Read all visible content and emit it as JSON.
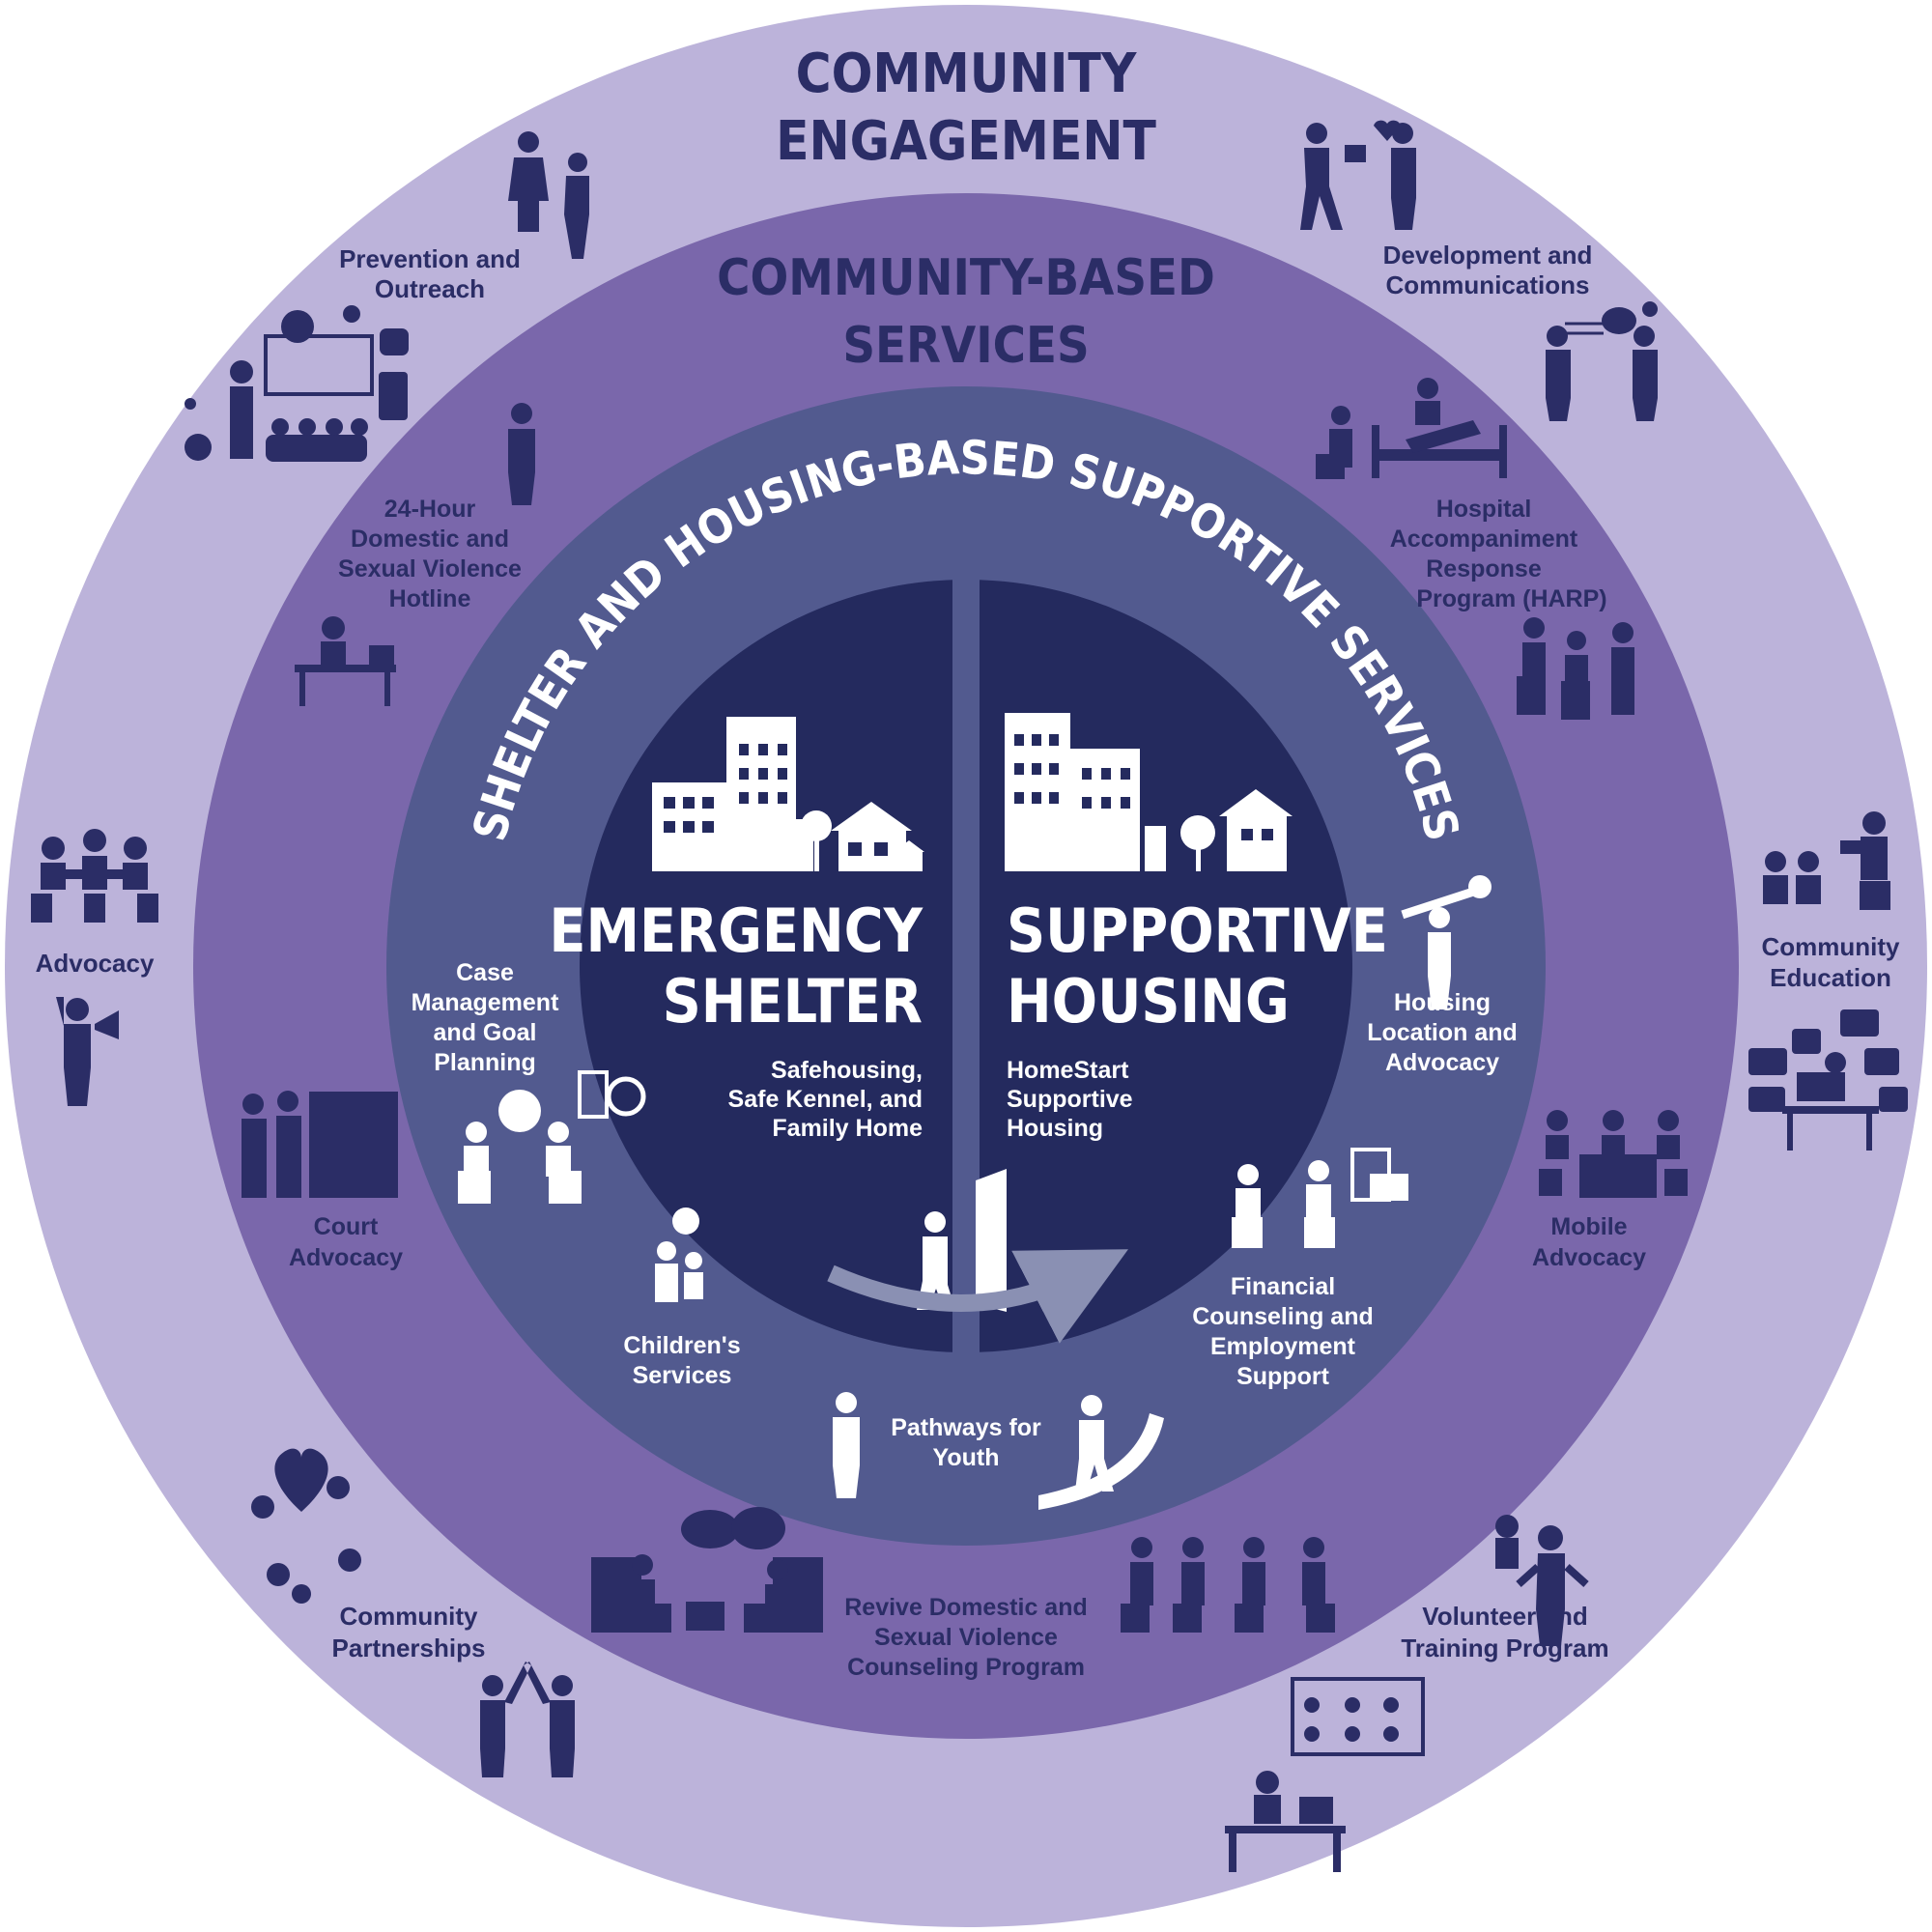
{
  "colors": {
    "outer_ring": "#bcb3da",
    "middle_ring": "#7a67ab",
    "inner_ring": "#525a8f",
    "core": "#242a5e",
    "ink": "#2b2d66",
    "white": "#ffffff"
  },
  "rings": {
    "outer_title": [
      "COMMUNITY",
      "ENGAGEMENT"
    ],
    "middle_title": [
      "COMMUNITY-BASED",
      "SERVICES"
    ],
    "inner_arc_title": "SHELTER AND HOUSING-BASED SUPPORTIVE SERVICES"
  },
  "core": {
    "left": {
      "title": [
        "EMERGENCY",
        "SHELTER"
      ],
      "subtitle": [
        "Safehousing,",
        "Safe Kennel, and",
        "Family Home"
      ]
    },
    "right": {
      "title": [
        "SUPPORTIVE",
        "HOUSING"
      ],
      "subtitle": [
        "HomeStart",
        "Supportive",
        "Housing"
      ]
    }
  },
  "outer_items": {
    "prevention": [
      "Prevention and",
      "Outreach"
    ],
    "development": [
      "Development and",
      "Communications"
    ],
    "advocacy": [
      "Advocacy"
    ],
    "education": [
      "Community",
      "Education"
    ],
    "partnerships": [
      "Community",
      "Partnerships"
    ],
    "volunteer": [
      "Volunteer and",
      "Training Program"
    ]
  },
  "middle_items": {
    "hotline": [
      "24-Hour",
      "Domestic and",
      "Sexual Violence",
      "Hotline"
    ],
    "harp": [
      "Hospital",
      "Accompaniment",
      "Response",
      "Program (HARP)"
    ],
    "court": [
      "Court",
      "Advocacy"
    ],
    "mobile": [
      "Mobile",
      "Advocacy"
    ],
    "revive": [
      "Revive Domestic and",
      "Sexual Violence",
      "Counseling Program"
    ]
  },
  "inner_items": {
    "case": [
      "Case",
      "Management",
      "and Goal",
      "Planning"
    ],
    "housing_location": [
      "Housing",
      "Location and",
      "Advocacy"
    ],
    "children": [
      "Children's",
      "Services"
    ],
    "financial": [
      "Financial",
      "Counseling and",
      "Employment",
      "Support"
    ],
    "pathways": [
      "Pathways for",
      "Youth"
    ]
  },
  "icons": {
    "prevention": "people-talking-icon",
    "social": "social-media-presentation-icon",
    "development": "gift-giving-icon",
    "communications": "conversation-icon",
    "hotline_person": "phone-caller-icon",
    "hotline_desk": "desk-phone-icon",
    "hospital": "hospital-bed-icon",
    "harp": "hospital-companion-icon",
    "advocacy_group": "group-meeting-icon",
    "advocacy_megaphone": "megaphone-icon",
    "education": "storytime-icon",
    "education_desk": "online-communication-icon",
    "court": "courtroom-icon",
    "mobile": "mobile-meeting-icon",
    "partnerships_heart": "heart-circle-icon",
    "partnerships_hi5": "high-five-icon",
    "volunteer": "volunteers-icon",
    "video_call": "video-conference-icon",
    "revive_left": "counseling-chat-icon",
    "revive_right": "support-group-icon",
    "emergency_buildings": "emergency-shelter-buildings-icon",
    "housing_buildings": "supportive-housing-buildings-icon",
    "case_mgmt": "case-meeting-icon",
    "key": "key-carrier-icon",
    "children": "parent-child-icon",
    "financial": "financial-counseling-icon",
    "door": "door-exit-icon",
    "pathways": "youth-path-icon"
  }
}
